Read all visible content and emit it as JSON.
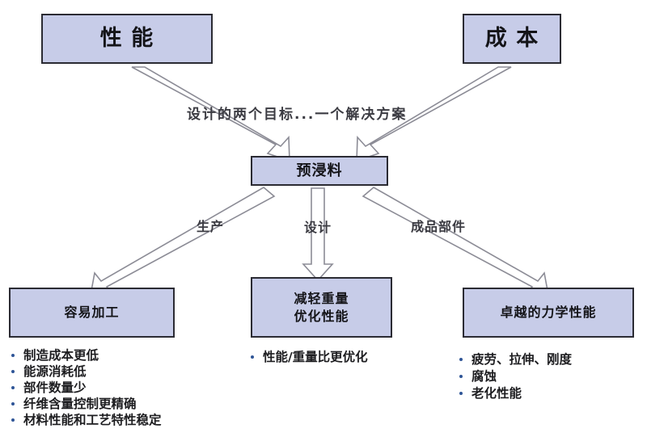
{
  "diagram": {
    "title_flow_label": "设计的两个目标...一个解决方案",
    "colors": {
      "node_fill": "#c7cce8",
      "node_border": "#2b2b33",
      "arrow_stroke": "#8c8c96",
      "arrow_fill": "#ffffff",
      "bullet_marker": "#2f5597",
      "text": "#141418",
      "background": "#ffffff"
    },
    "top_nodes": [
      {
        "id": "performance",
        "label": "性 能"
      },
      {
        "id": "cost",
        "label": "成 本"
      }
    ],
    "center_node": {
      "id": "prepreg",
      "label": "预浸料"
    },
    "branch_labels": [
      {
        "id": "production",
        "label": "生产"
      },
      {
        "id": "design",
        "label": "设计"
      },
      {
        "id": "finished-parts",
        "label": "成品部件"
      }
    ],
    "bottom_nodes": [
      {
        "id": "easy-processing",
        "lines": [
          "容易加工"
        ]
      },
      {
        "id": "weight-performance",
        "lines": [
          "减轻重量",
          "优化性能"
        ]
      },
      {
        "id": "mechanical-properties",
        "lines": [
          "卓越的力学性能"
        ]
      }
    ],
    "bullet_groups": [
      {
        "id": "easy-processing-bullets",
        "items": [
          "制造成本更低",
          "能源消耗低",
          "部件数量少",
          "纤维含量控制更精确",
          "材料性能和工艺特性稳定"
        ]
      },
      {
        "id": "weight-performance-bullets",
        "items": [
          "性能/重量比更优化"
        ]
      },
      {
        "id": "mechanical-properties-bullets",
        "items": [
          "疲劳、拉伸、刚度",
          "腐蚀",
          "老化性能"
        ]
      }
    ]
  }
}
